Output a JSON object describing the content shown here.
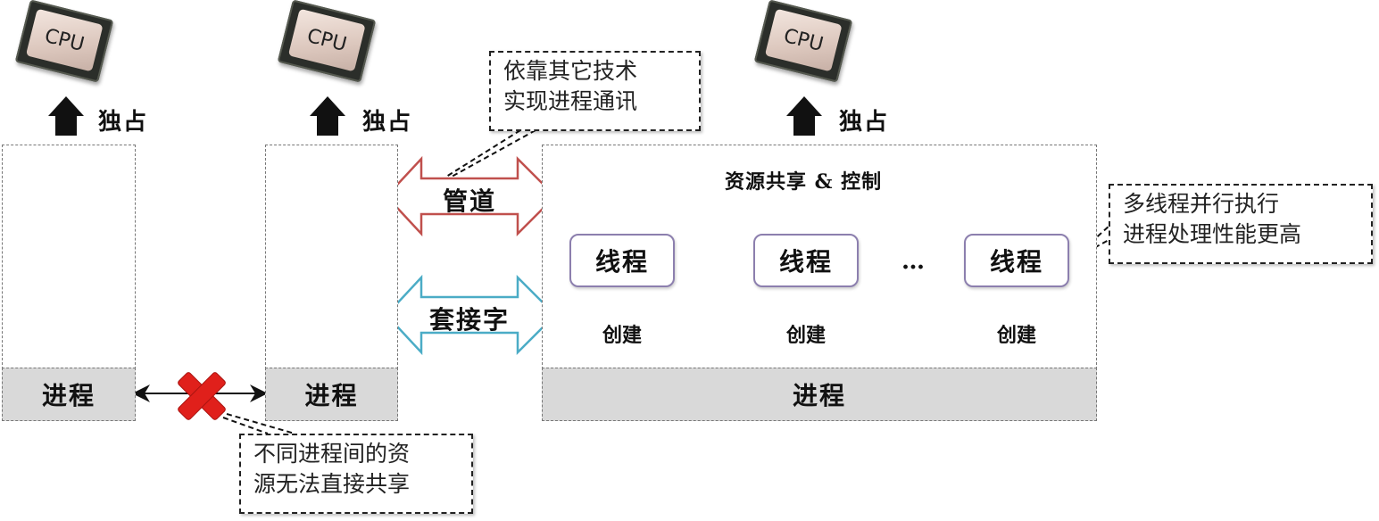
{
  "cpus": [
    {
      "label": "CPU",
      "relation": "独占"
    },
    {
      "label": "CPU",
      "relation": "独占"
    },
    {
      "label": "CPU",
      "relation": "独占"
    }
  ],
  "processes": [
    {
      "label": "进程"
    },
    {
      "label": "进程"
    },
    {
      "label": "进程"
    }
  ],
  "ipc": {
    "pipe_label": "管道",
    "socket_label": "套接字",
    "callout_lines": [
      "依靠其它技术",
      "实现进程通讯"
    ]
  },
  "isolation": {
    "callout_lines": [
      "不同进程间的资",
      "源无法直接共享"
    ]
  },
  "threads": {
    "shared_label": "资源共享 & 控制",
    "items": [
      {
        "label": "线程",
        "create_label": "创建"
      },
      {
        "label": "线程",
        "create_label": "创建"
      },
      {
        "label": "线程",
        "create_label": "创建"
      }
    ],
    "ellipsis": "…",
    "callout_lines": [
      "多线程并行执行",
      "进程处理性能更高"
    ]
  },
  "colors": {
    "pipe_arrow": "#c0504d",
    "socket_arrow": "#4bacc6",
    "thread_border": "#8c7fae",
    "process_bar": "#d9d9d9",
    "cross": "#e0201b"
  }
}
